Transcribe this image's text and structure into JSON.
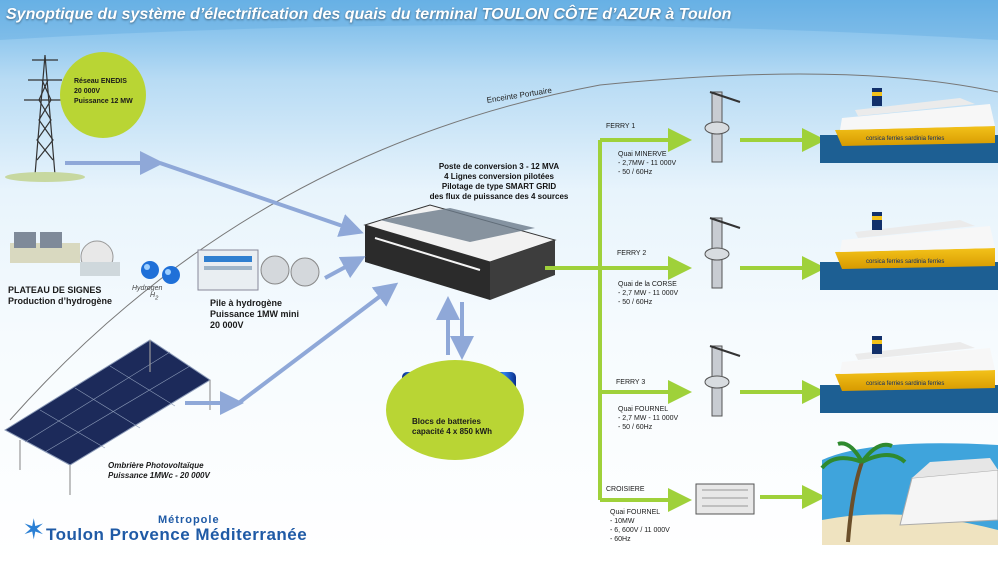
{
  "title": "Synoptique du système d’électrification des quais du terminal TOULON CÔTE d’AZUR à Toulon",
  "colors": {
    "green": "#9fd13a",
    "blue": "#8fa8d8",
    "badge": "#b9d534",
    "brand": "#1f5aa6"
  },
  "enedis": {
    "line1": "Réseau ENEDIS",
    "line2": "20 000V",
    "line3": "Puissance 12 MW"
  },
  "enceinte": "Enceinte Portuaire",
  "poste": {
    "line1": "Poste de conversion 3 - 12 MVA",
    "line2": "4 Lignes conversion pilotées",
    "line3": "Pilotage de type SMART GRID",
    "line4": "des flux de puissance des 4 sources"
  },
  "hydrogen": {
    "title": "PLATEAU DE SIGNES",
    "subtitle": "Production d’hydrogène",
    "molecule": "Hydrogen",
    "formula": "H",
    "subscript": "2"
  },
  "pile": {
    "line1": "Pile à hydrogène",
    "line2": "Puissance 1MW mini",
    "line3": "20 000V"
  },
  "pv": {
    "line1": "Ombrière Photovoltaïque",
    "line2": "Puissance 1MWc - 20 000V"
  },
  "batteries": {
    "line1": "Blocs de batteries",
    "line2": "capacité 4 x 850 kWh"
  },
  "ferries": [
    {
      "name": "FERRY 1",
      "quai": "Quai MINERVE",
      "spec1": "- 2,7MW - 11 000V",
      "spec2": "- 50 / 60Hz"
    },
    {
      "name": "FERRY 2",
      "quai": "Quai de la CORSE",
      "spec1": "- 2,7 MW - 11 000V",
      "spec2": "- 50 / 60Hz"
    },
    {
      "name": "FERRY 3",
      "quai": "Quai FOURNEL",
      "spec1": "- 2,7 MW - 11 000V",
      "spec2": "- 50 / 60Hz"
    },
    {
      "name": "CROISIERE",
      "quai": "Quai FOURNEL",
      "spec1": "- 10MW",
      "spec2": "- 6, 600V / 11 000V",
      "spec3": "- 60Hz"
    }
  ],
  "ship_brand": "corsica ferries  sardinia ferries",
  "logo": {
    "top": "Métropole",
    "main": "Toulon Provence Méditerranée",
    "star": "✶"
  }
}
